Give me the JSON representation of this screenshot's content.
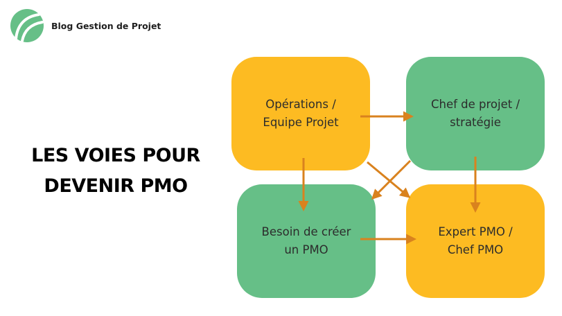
{
  "brand": {
    "name": "Blog Gestion de Projet",
    "logo_icon": "leaf-logo-icon",
    "logo_color": "#66bf87"
  },
  "title": {
    "line1": "LES VOIES POUR",
    "line2": "DEVENIR PMO"
  },
  "colors": {
    "yellow": "#fdbb22",
    "green": "#66bf87",
    "arrow": "#d9821e"
  },
  "nodes": [
    {
      "id": "operations",
      "color": "yellow",
      "line1": "Opérations /",
      "line2": "Equipe Projet"
    },
    {
      "id": "chef-projet",
      "color": "green",
      "line1": "Chef de projet /",
      "line2": "stratégie"
    },
    {
      "id": "besoin",
      "color": "green",
      "line1": "Besoin de créer",
      "line2": "un PMO"
    },
    {
      "id": "expert",
      "color": "yellow",
      "line1": "Expert PMO /",
      "line2": "Chef PMO"
    }
  ],
  "edges": [
    {
      "from": "operations",
      "to": "chef-projet"
    },
    {
      "from": "operations",
      "to": "besoin"
    },
    {
      "from": "operations",
      "to": "expert"
    },
    {
      "from": "chef-projet",
      "to": "besoin"
    },
    {
      "from": "chef-projet",
      "to": "expert"
    },
    {
      "from": "besoin",
      "to": "expert"
    }
  ]
}
